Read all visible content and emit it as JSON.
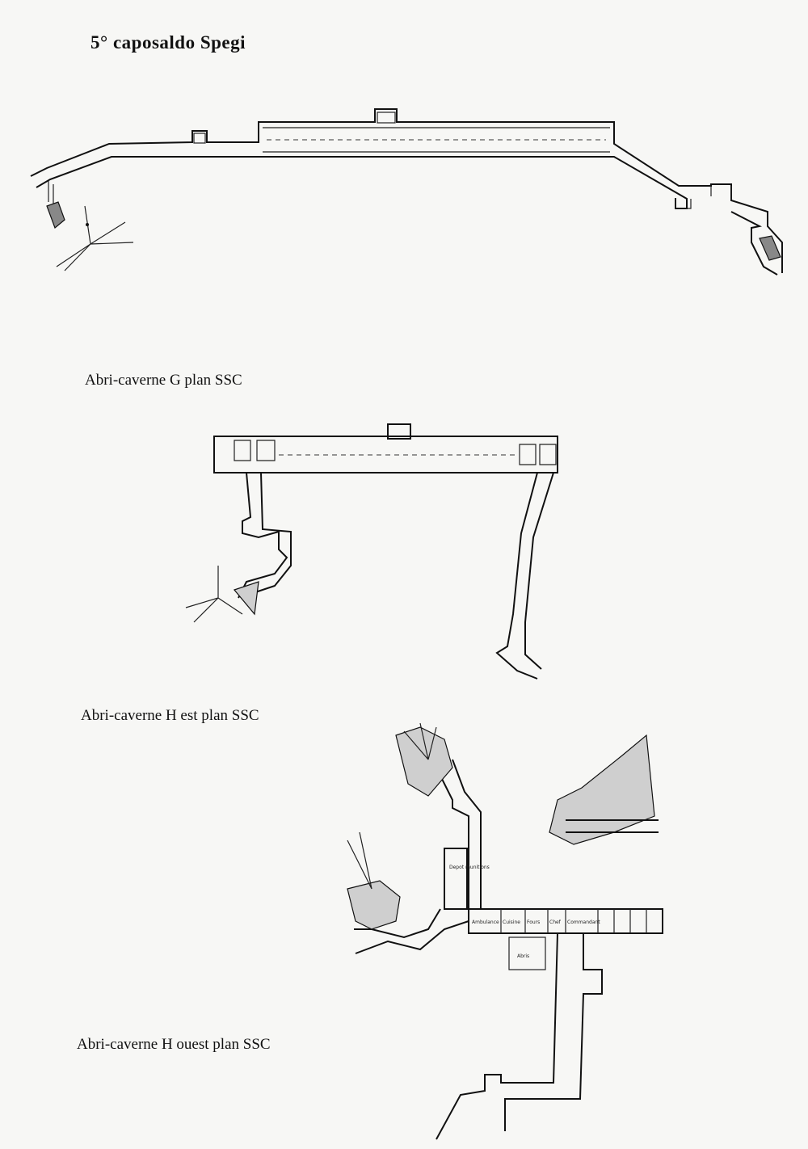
{
  "page": {
    "title": "5° caposaldo Spegi"
  },
  "plans": [
    {
      "id": "g",
      "caption": "Abri-caverne G plan  SSC"
    },
    {
      "id": "h-est",
      "caption": "Abri-caverne H est plan SSC"
    },
    {
      "id": "h-ouest",
      "caption": "Abri-caverne H ouest plan SSC"
    }
  ],
  "room_labels": [
    "Depot munitions",
    "Ambulance",
    "Cuisine",
    "Fours",
    "Chef",
    "Commandant",
    "Abris"
  ]
}
